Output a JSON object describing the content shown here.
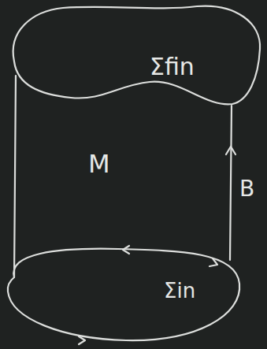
{
  "diagram": {
    "labels": [
      "Σfin",
      "M",
      "B",
      "Σin"
    ]
  }
}
